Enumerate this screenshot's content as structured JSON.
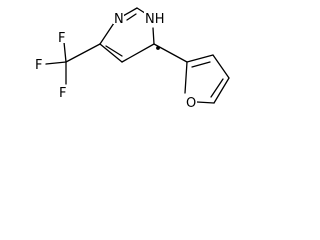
{
  "structure": {
    "atoms": {
      "n_top": "N",
      "nh": "NH",
      "f_top": "F",
      "f_left": "F",
      "f_bottom": "F",
      "o_furan": "O"
    },
    "radical_dot": "•",
    "colors": {
      "ink": "#000000",
      "background": "#ffffff"
    }
  }
}
